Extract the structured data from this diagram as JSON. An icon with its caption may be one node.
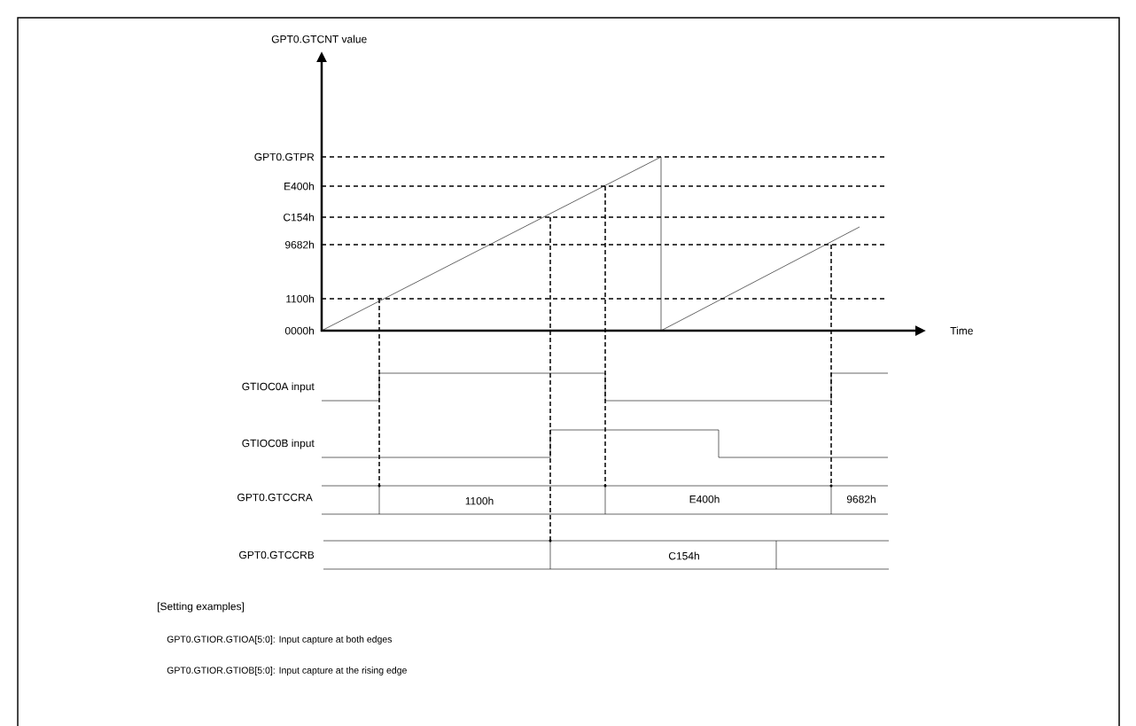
{
  "diagram": {
    "labels": [
      "GPT0.GTCNT value",
      "GPT0.GTPR",
      "E400h",
      "C154h",
      "9682h",
      "1100h",
      "0000h",
      "Time",
      "GTIOC0A input",
      "GTIOC0B input",
      "GPT0.GTCCRA",
      "1100h",
      "E400h",
      "9682h",
      "GPT0.GTCCRB",
      "C154h",
      "[Setting examples]",
      "GPT0.GTIOR.GTIOA[5:0]: Input capture at both edges",
      "GPT0.GTIOR.GTIOB[5:0]: Input capture at the rising edge"
    ]
  }
}
